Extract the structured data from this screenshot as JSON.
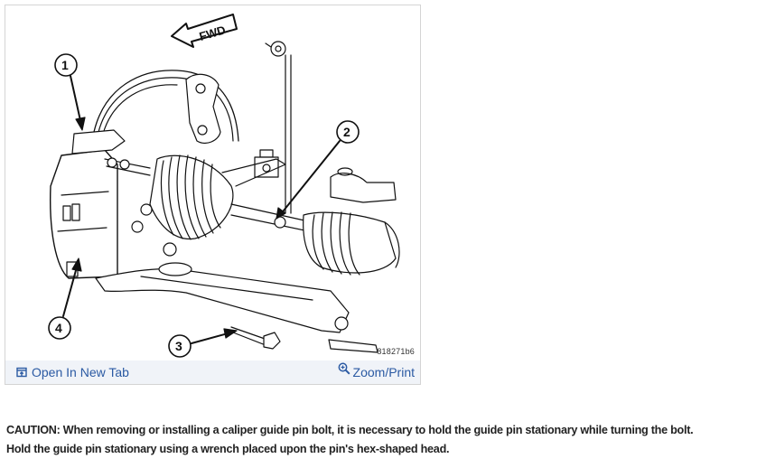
{
  "figure": {
    "code": "818271b6",
    "direction_label": "FWD",
    "callouts": [
      "1",
      "2",
      "3",
      "4"
    ]
  },
  "toolbar": {
    "open_new_tab": {
      "label": "Open In New Tab",
      "icon": "open-new-tab-icon"
    },
    "zoom_print": {
      "label": "Zoom/Print",
      "icon": "zoom-in-icon"
    }
  },
  "caution": {
    "line1": "CAUTION: When removing or installing a caliper guide pin bolt, it is necessary to hold the guide pin stationary while turning the bolt.",
    "line2": "Hold the guide pin stationary using a wrench placed upon the pin's hex-shaped head."
  },
  "colors": {
    "link": "#2b5aa3",
    "toolbar_bg": "#f0f3f8",
    "border": "#d4d4d4",
    "text": "#222222"
  }
}
